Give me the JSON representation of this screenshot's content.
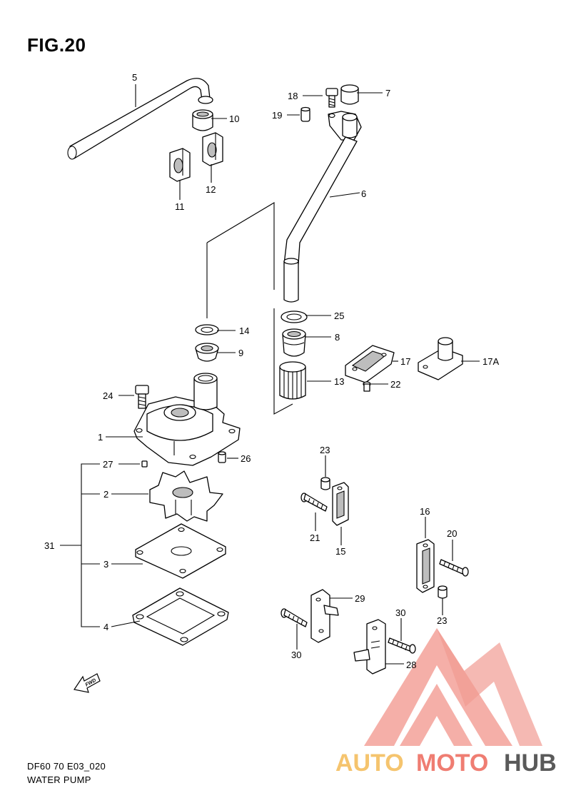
{
  "figure": {
    "title": "FIG.20",
    "code": "DF60 70 E03_020",
    "name": "WATER PUMP",
    "fwd_label": "FWD"
  },
  "callouts": [
    "5",
    "10",
    "12",
    "11",
    "18",
    "7",
    "19",
    "6",
    "14",
    "9",
    "25",
    "8",
    "17",
    "17A",
    "13",
    "22",
    "24",
    "1",
    "26",
    "27",
    "2",
    "31",
    "3",
    "4",
    "23",
    "21",
    "15",
    "16",
    "20",
    "23",
    "29",
    "30",
    "30",
    "28"
  ],
  "watermark": {
    "brand_a": "AUTO",
    "brand_b": "MOTO",
    "brand_c": "HUB",
    "color_a": "#f5c46e",
    "color_b": "#ef7d72",
    "color_c": "#5a5a5a",
    "triangle_color": "#f08a80"
  }
}
